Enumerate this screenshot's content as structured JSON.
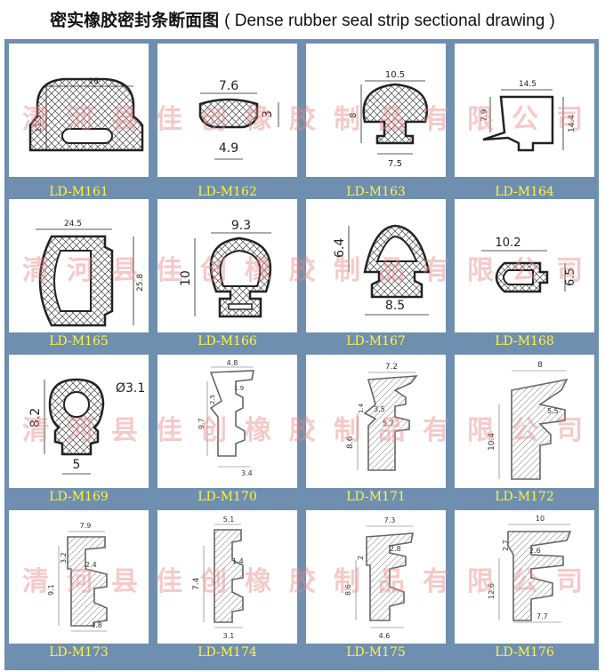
{
  "title": {
    "cn": "密实橡胶密封条断面图",
    "en": "( Dense rubber seal strip sectional drawing )"
  },
  "watermark": "清河县佳创橡胶制品有限公司",
  "colors": {
    "frame": "#6f8fb0",
    "label": "#fff43a",
    "watermark": "#e88a8a"
  },
  "items": [
    {
      "label": "LD-M161",
      "dims": [
        "16",
        "11.5"
      ]
    },
    {
      "label": "LD-M162",
      "dims": [
        "7.6",
        "3",
        "4.9"
      ]
    },
    {
      "label": "LD-M163",
      "dims": [
        "10.5",
        "8",
        "7.5"
      ]
    },
    {
      "label": "LD-M164",
      "dims": [
        "14.5",
        "7.9",
        "14.4"
      ]
    },
    {
      "label": "LD-M165",
      "dims": [
        "24.5",
        "25.8"
      ]
    },
    {
      "label": "LD-M166",
      "dims": [
        "9.3",
        "10"
      ]
    },
    {
      "label": "LD-M167",
      "dims": [
        "6.4",
        "8.5"
      ]
    },
    {
      "label": "LD-M168",
      "dims": [
        "10.2",
        "6.5"
      ]
    },
    {
      "label": "LD-M169",
      "dims": [
        "Ø3.1",
        "8.2",
        "5"
      ]
    },
    {
      "label": "LD-M170",
      "dims": [
        "4.8",
        "1.9",
        "2.5",
        "9.7",
        "3.4"
      ]
    },
    {
      "label": "LD-M171",
      "dims": [
        "7.2",
        "3.5",
        "5.7",
        "1.4",
        "8.6"
      ]
    },
    {
      "label": "LD-M172",
      "dims": [
        "8",
        "5.5",
        "10.4"
      ]
    },
    {
      "label": "LD-M173",
      "dims": [
        "7.9",
        "3.2",
        "2.4",
        "9.1",
        "4.8"
      ]
    },
    {
      "label": "LD-M174",
      "dims": [
        "5.1",
        "1.4",
        "7.4",
        "3.1"
      ]
    },
    {
      "label": "LD-M175",
      "dims": [
        "7.3",
        "2",
        "2.8",
        "8.6",
        "4.6"
      ]
    },
    {
      "label": "LD-M176",
      "dims": [
        "10",
        "2.7",
        "2.6",
        "12.6",
        "7.7"
      ]
    }
  ]
}
